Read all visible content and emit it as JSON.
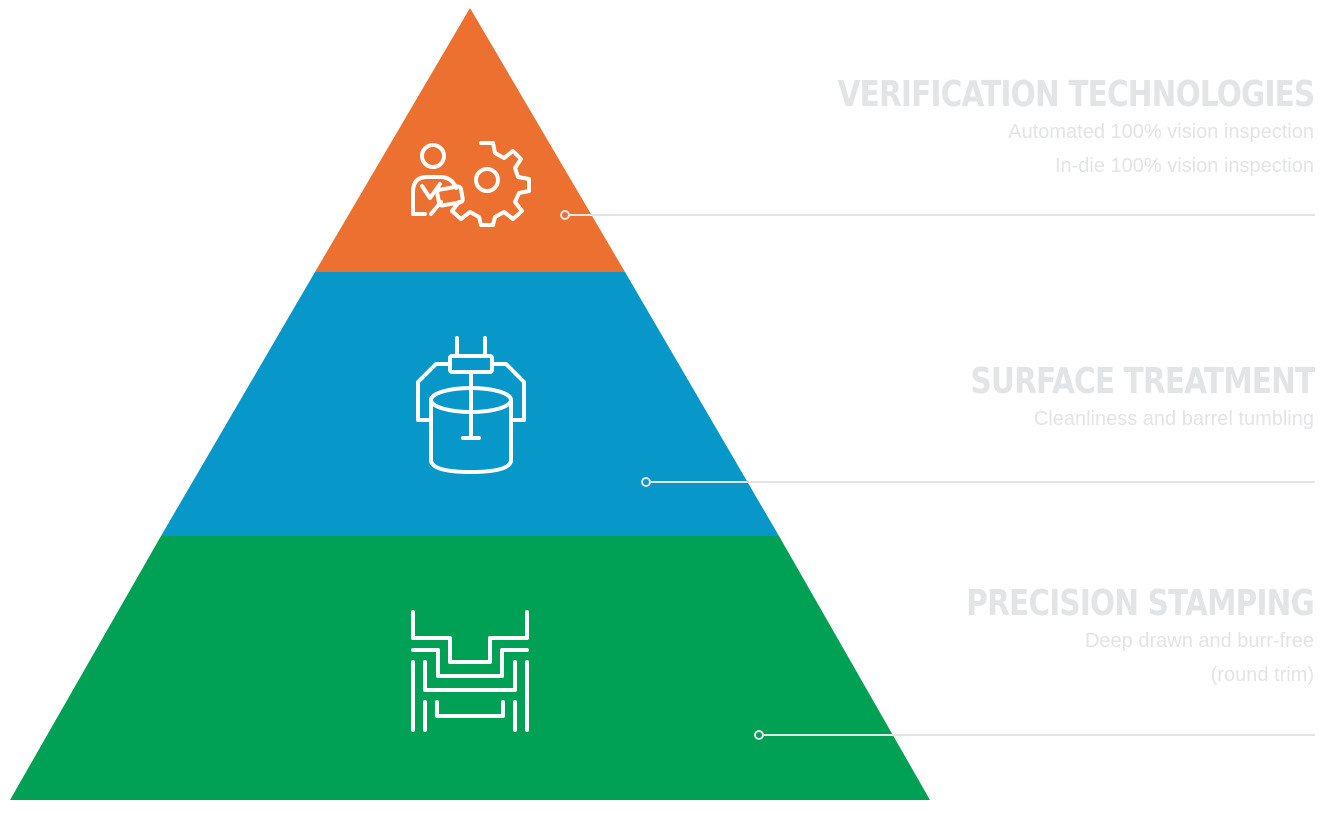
{
  "colors": {
    "tier_top": "#ec7030",
    "tier_middle": "#0797c9",
    "tier_bottom": "#00a155",
    "icon": "#ffffff",
    "title_text": "#e3e4e6",
    "desc_text": "#e3e4e6",
    "connector": "#e3e4e6"
  },
  "tiers": [
    {
      "title": "VERIFICATION TECHNOLOGIES",
      "lines": [
        "Automated 100% vision inspection",
        "In-die 100% vision inspection"
      ],
      "icon": "operator-gear-icon"
    },
    {
      "title": "SURFACE TREATMENT",
      "lines": [
        "Cleanliness and barrel tumbling"
      ],
      "icon": "mixing-tank-icon"
    },
    {
      "title": "PRECISION STAMPING",
      "lines": [
        "Deep drawn and burr-free",
        "(round trim)"
      ],
      "icon": "stamping-die-icon"
    }
  ]
}
